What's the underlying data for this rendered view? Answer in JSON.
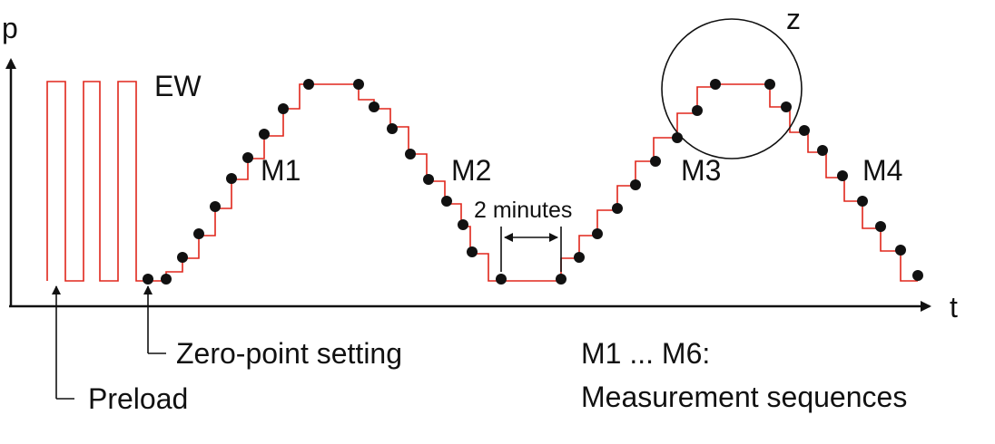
{
  "axes": {
    "y_label": "p",
    "x_label": "t"
  },
  "labels": {
    "ew": "EW",
    "m1": "M1",
    "m2": "M2",
    "m3": "M3",
    "m4": "M4",
    "z": "z",
    "two_minutes": "2 minutes",
    "zero_point": "Zero-point setting",
    "preload": "Preload",
    "legend_line1": "M1 ... M6:",
    "legend_line2": "Measurement sequences"
  },
  "colors": {
    "signal": "#e0261b",
    "markers": "#111111",
    "axes": "#111111"
  }
}
